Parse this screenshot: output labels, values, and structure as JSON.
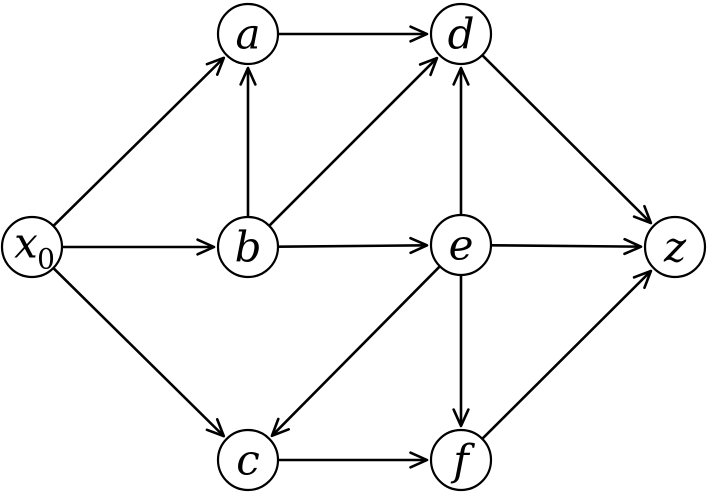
{
  "nodes": [
    {
      "id": "x0",
      "label": "x",
      "sub": "0"
    },
    {
      "id": "a",
      "label": "a"
    },
    {
      "id": "d",
      "label": "d"
    },
    {
      "id": "b",
      "label": "b"
    },
    {
      "id": "e",
      "label": "e"
    },
    {
      "id": "z",
      "label": "z"
    },
    {
      "id": "c",
      "label": "c"
    },
    {
      "id": "f",
      "label": "f"
    }
  ],
  "edges": [
    {
      "from": "x0",
      "to": "a"
    },
    {
      "from": "x0",
      "to": "b"
    },
    {
      "from": "x0",
      "to": "c"
    },
    {
      "from": "a",
      "to": "d"
    },
    {
      "from": "b",
      "to": "a"
    },
    {
      "from": "b",
      "to": "d"
    },
    {
      "from": "b",
      "to": "e"
    },
    {
      "from": "e",
      "to": "d"
    },
    {
      "from": "e",
      "to": "z"
    },
    {
      "from": "e",
      "to": "c"
    },
    {
      "from": "e",
      "to": "f"
    },
    {
      "from": "d",
      "to": "z"
    },
    {
      "from": "c",
      "to": "f"
    },
    {
      "from": "f",
      "to": "z"
    }
  ],
  "colors": {
    "stroke": "#000000",
    "background": "#ffffff"
  }
}
